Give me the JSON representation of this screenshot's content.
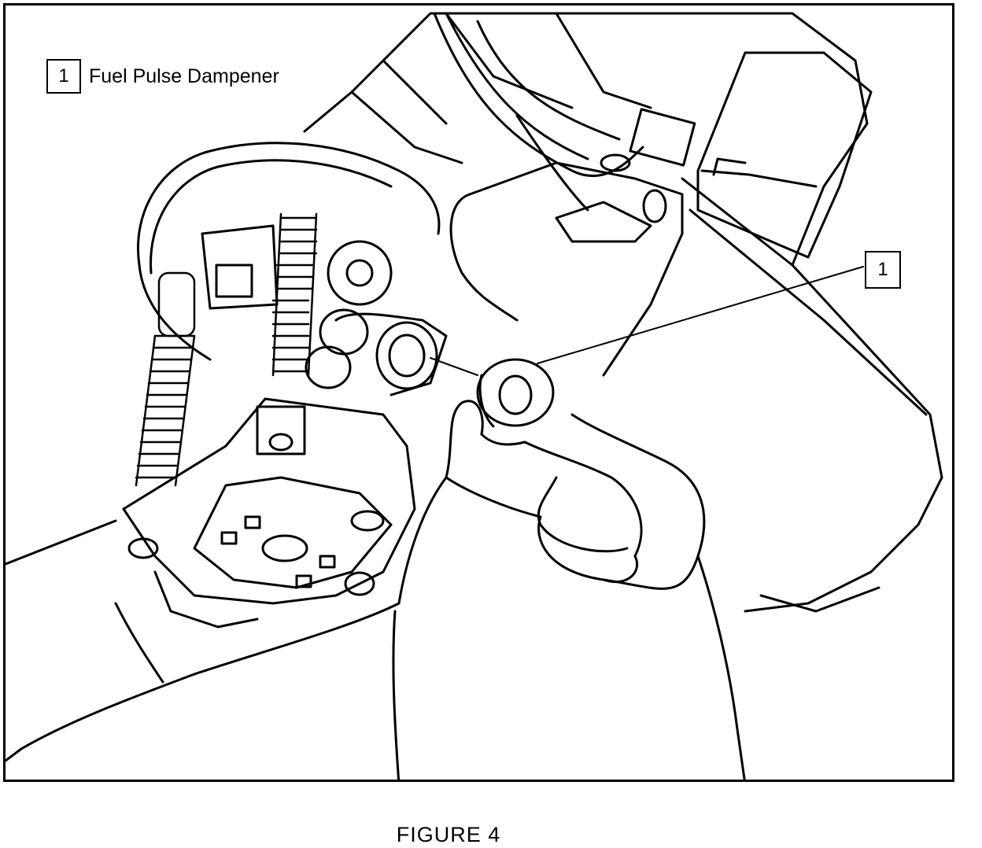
{
  "legend": {
    "number": "1",
    "label": "Fuel Pulse Dampener"
  },
  "callout": {
    "number": "1"
  },
  "caption": "FIGURE 4"
}
